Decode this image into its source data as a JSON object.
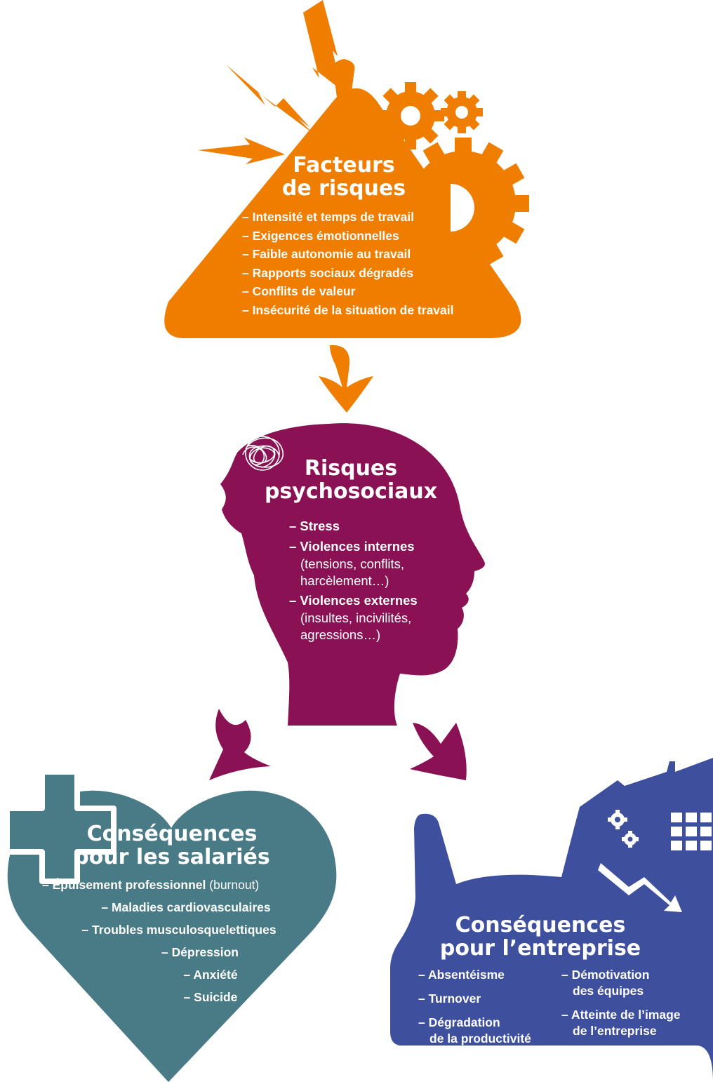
{
  "colors": {
    "facteurs": "#ee7d00",
    "risques": "#8a1153",
    "salaries": "#497b86",
    "entreprise": "#3d4f9d"
  },
  "icons": {
    "facteurs": [
      "lightning-bolt-icon",
      "exclamation-icon",
      "gear-icon"
    ],
    "risques": [
      "tangled-thoughts-icon"
    ],
    "salaries": [
      "medical-cross-icon"
    ],
    "entreprise": [
      "gear-icon",
      "building-windows-icon",
      "downward-trend-arrow-icon"
    ]
  },
  "facteurs": {
    "title_line1": "Facteurs",
    "title_line2": "de risques",
    "items": [
      "– Intensité et temps de travail",
      "– Exigences émotionnelles",
      "– Faible autonomie au travail",
      "– Rapports sociaux dégradés",
      "– Conflits de valeur",
      "– Insécurité de la situation de travail"
    ]
  },
  "risques": {
    "title_line1": "Risques",
    "title_line2": "psychosociaux",
    "items": [
      {
        "label": "– Stress",
        "detail_line1": "",
        "detail_line2": ""
      },
      {
        "label": "– Violences internes",
        "detail_line1": "(tensions, conflits,",
        "detail_line2": "harcèlement…)"
      },
      {
        "label": "– Violences externes",
        "detail_line1": "(insultes, incivilités,",
        "detail_line2": "agressions…)"
      }
    ]
  },
  "salaries": {
    "title_line1": "Conséquences",
    "title_line2": "pour les salariés",
    "item1_label": "– Épuisement professionnel",
    "item1_note": " (burnout)",
    "items": [
      "– Maladies cardiovasculaires",
      "– Troubles musculosquelettiques",
      "– Dépression",
      "– Anxiété",
      "– Suicide"
    ]
  },
  "entreprise": {
    "title_line1": "Conséquences",
    "title_line2": "pour l’entreprise",
    "col1": [
      {
        "line1": "– Absentéisme",
        "line2": ""
      },
      {
        "line1": "– Turnover",
        "line2": ""
      },
      {
        "line1": "– Dégradation",
        "line2": "de la productivité"
      }
    ],
    "col2": [
      {
        "line1": "– Démotivation",
        "line2": "des équipes"
      },
      {
        "line1": "– Atteinte de l’image",
        "line2": "de l’entreprise"
      }
    ]
  }
}
